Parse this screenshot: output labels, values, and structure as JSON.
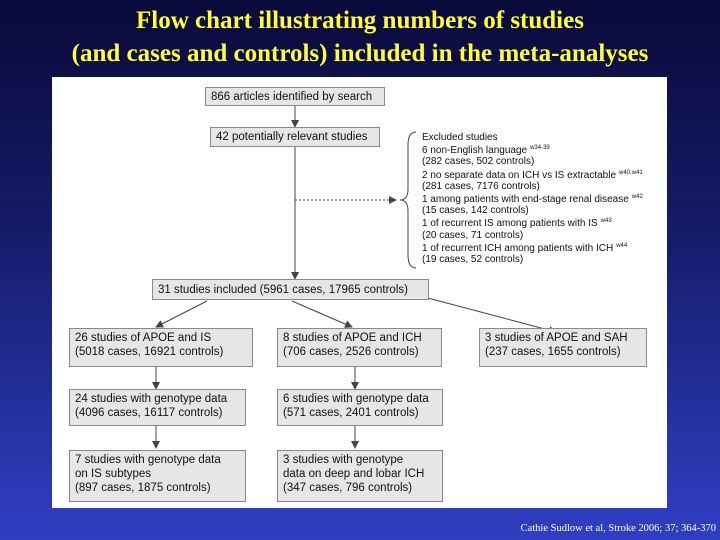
{
  "title": {
    "line1": "Flow chart illustrating numbers of studies",
    "line2": "(and cases and controls) included in the meta-analyses"
  },
  "boxes": {
    "articles": "866 articles identified by search",
    "relevant": "42 potentially relevant studies",
    "included": "31 studies included (5961 cases, 17965 controls)",
    "is_apoe": {
      "line1": "26 studies of APOE and IS",
      "line2": "(5018 cases, 16921 controls)"
    },
    "ich_apoe": {
      "line1": "8 studies of APOE and ICH",
      "line2": "(706 cases, 2526 controls)"
    },
    "sah_apoe": {
      "line1": "3 studies of APOE and SAH",
      "line2": "(237 cases, 1655 controls)"
    },
    "is_geno": {
      "line1": "24 studies with genotype data",
      "line2": "(4096 cases, 16117 controls)"
    },
    "ich_geno": {
      "line1": "6 studies with genotype data",
      "line2": "(571 cases, 2401 controls)"
    },
    "is_sub": {
      "line1": "7 studies with genotype data",
      "line2": "on IS subtypes",
      "line3": "(897 cases, 1875 controls)"
    },
    "ich_sub": {
      "line1": "3 studies with genotype",
      "line2": "data on deep and lobar ICH",
      "line3": "(347 cases, 796 controls)"
    }
  },
  "excluded": {
    "heading": "Excluded studies",
    "items": [
      {
        "text": "6 non-English language",
        "ref": "w34-39",
        "counts": "(282 cases, 502 controls)"
      },
      {
        "text": "2 no separate data on ICH vs IS extractable",
        "ref": "w40,w41",
        "counts": "(281 cases, 7176 controls)"
      },
      {
        "text": "1 among patients with end-stage renal disease",
        "ref": "w42",
        "counts": "(15 cases, 142 controls)"
      },
      {
        "text": "1 of recurrent IS among patients with IS",
        "ref": "w43",
        "counts": "(20 cases, 71 controls)"
      },
      {
        "text": "1 of recurrent ICH among patients with ICH",
        "ref": "w44",
        "counts": "(19 cases, 52 controls)"
      }
    ]
  },
  "citation": "Cathie Sudlow et al, Stroke 2006; 37; 364-370",
  "colors": {
    "title": "#ffff33",
    "box_fill": "#e6e6e6",
    "box_border": "#8a8a8a",
    "background_top": "#0a0a3a",
    "background_bottom": "#2f3fc4"
  }
}
